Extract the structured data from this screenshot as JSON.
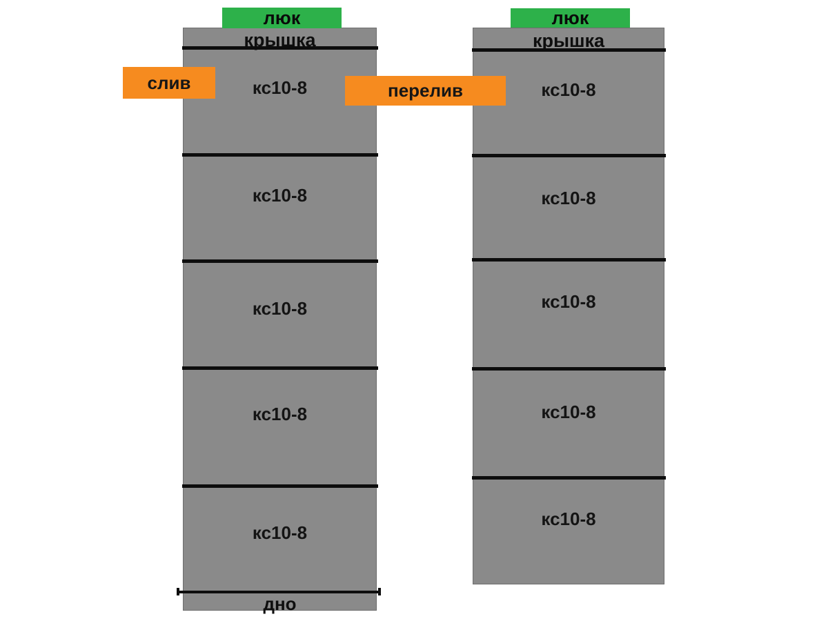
{
  "colors": {
    "ring_gray": "#8a8a8a",
    "manhole_green": "#2db14a",
    "pipe_orange": "#f68b1f",
    "divider_black": "#0d0d0d",
    "text_black": "#000000"
  },
  "left_well": {
    "manhole_label": "люк",
    "cover_label": "крышка",
    "rings": [
      "кс10-8",
      "кс10-8",
      "кс10-8",
      "кс10-8",
      "кс10-8"
    ],
    "bottom_label": "дно"
  },
  "right_well": {
    "manhole_label": "люк",
    "cover_label": "крышка",
    "rings": [
      "кс10-8",
      "кс10-8",
      "кс10-8",
      "кс10-8",
      "кс10-8"
    ]
  },
  "pipes": {
    "drain_label": "слив",
    "overflow_label": "перелив"
  }
}
